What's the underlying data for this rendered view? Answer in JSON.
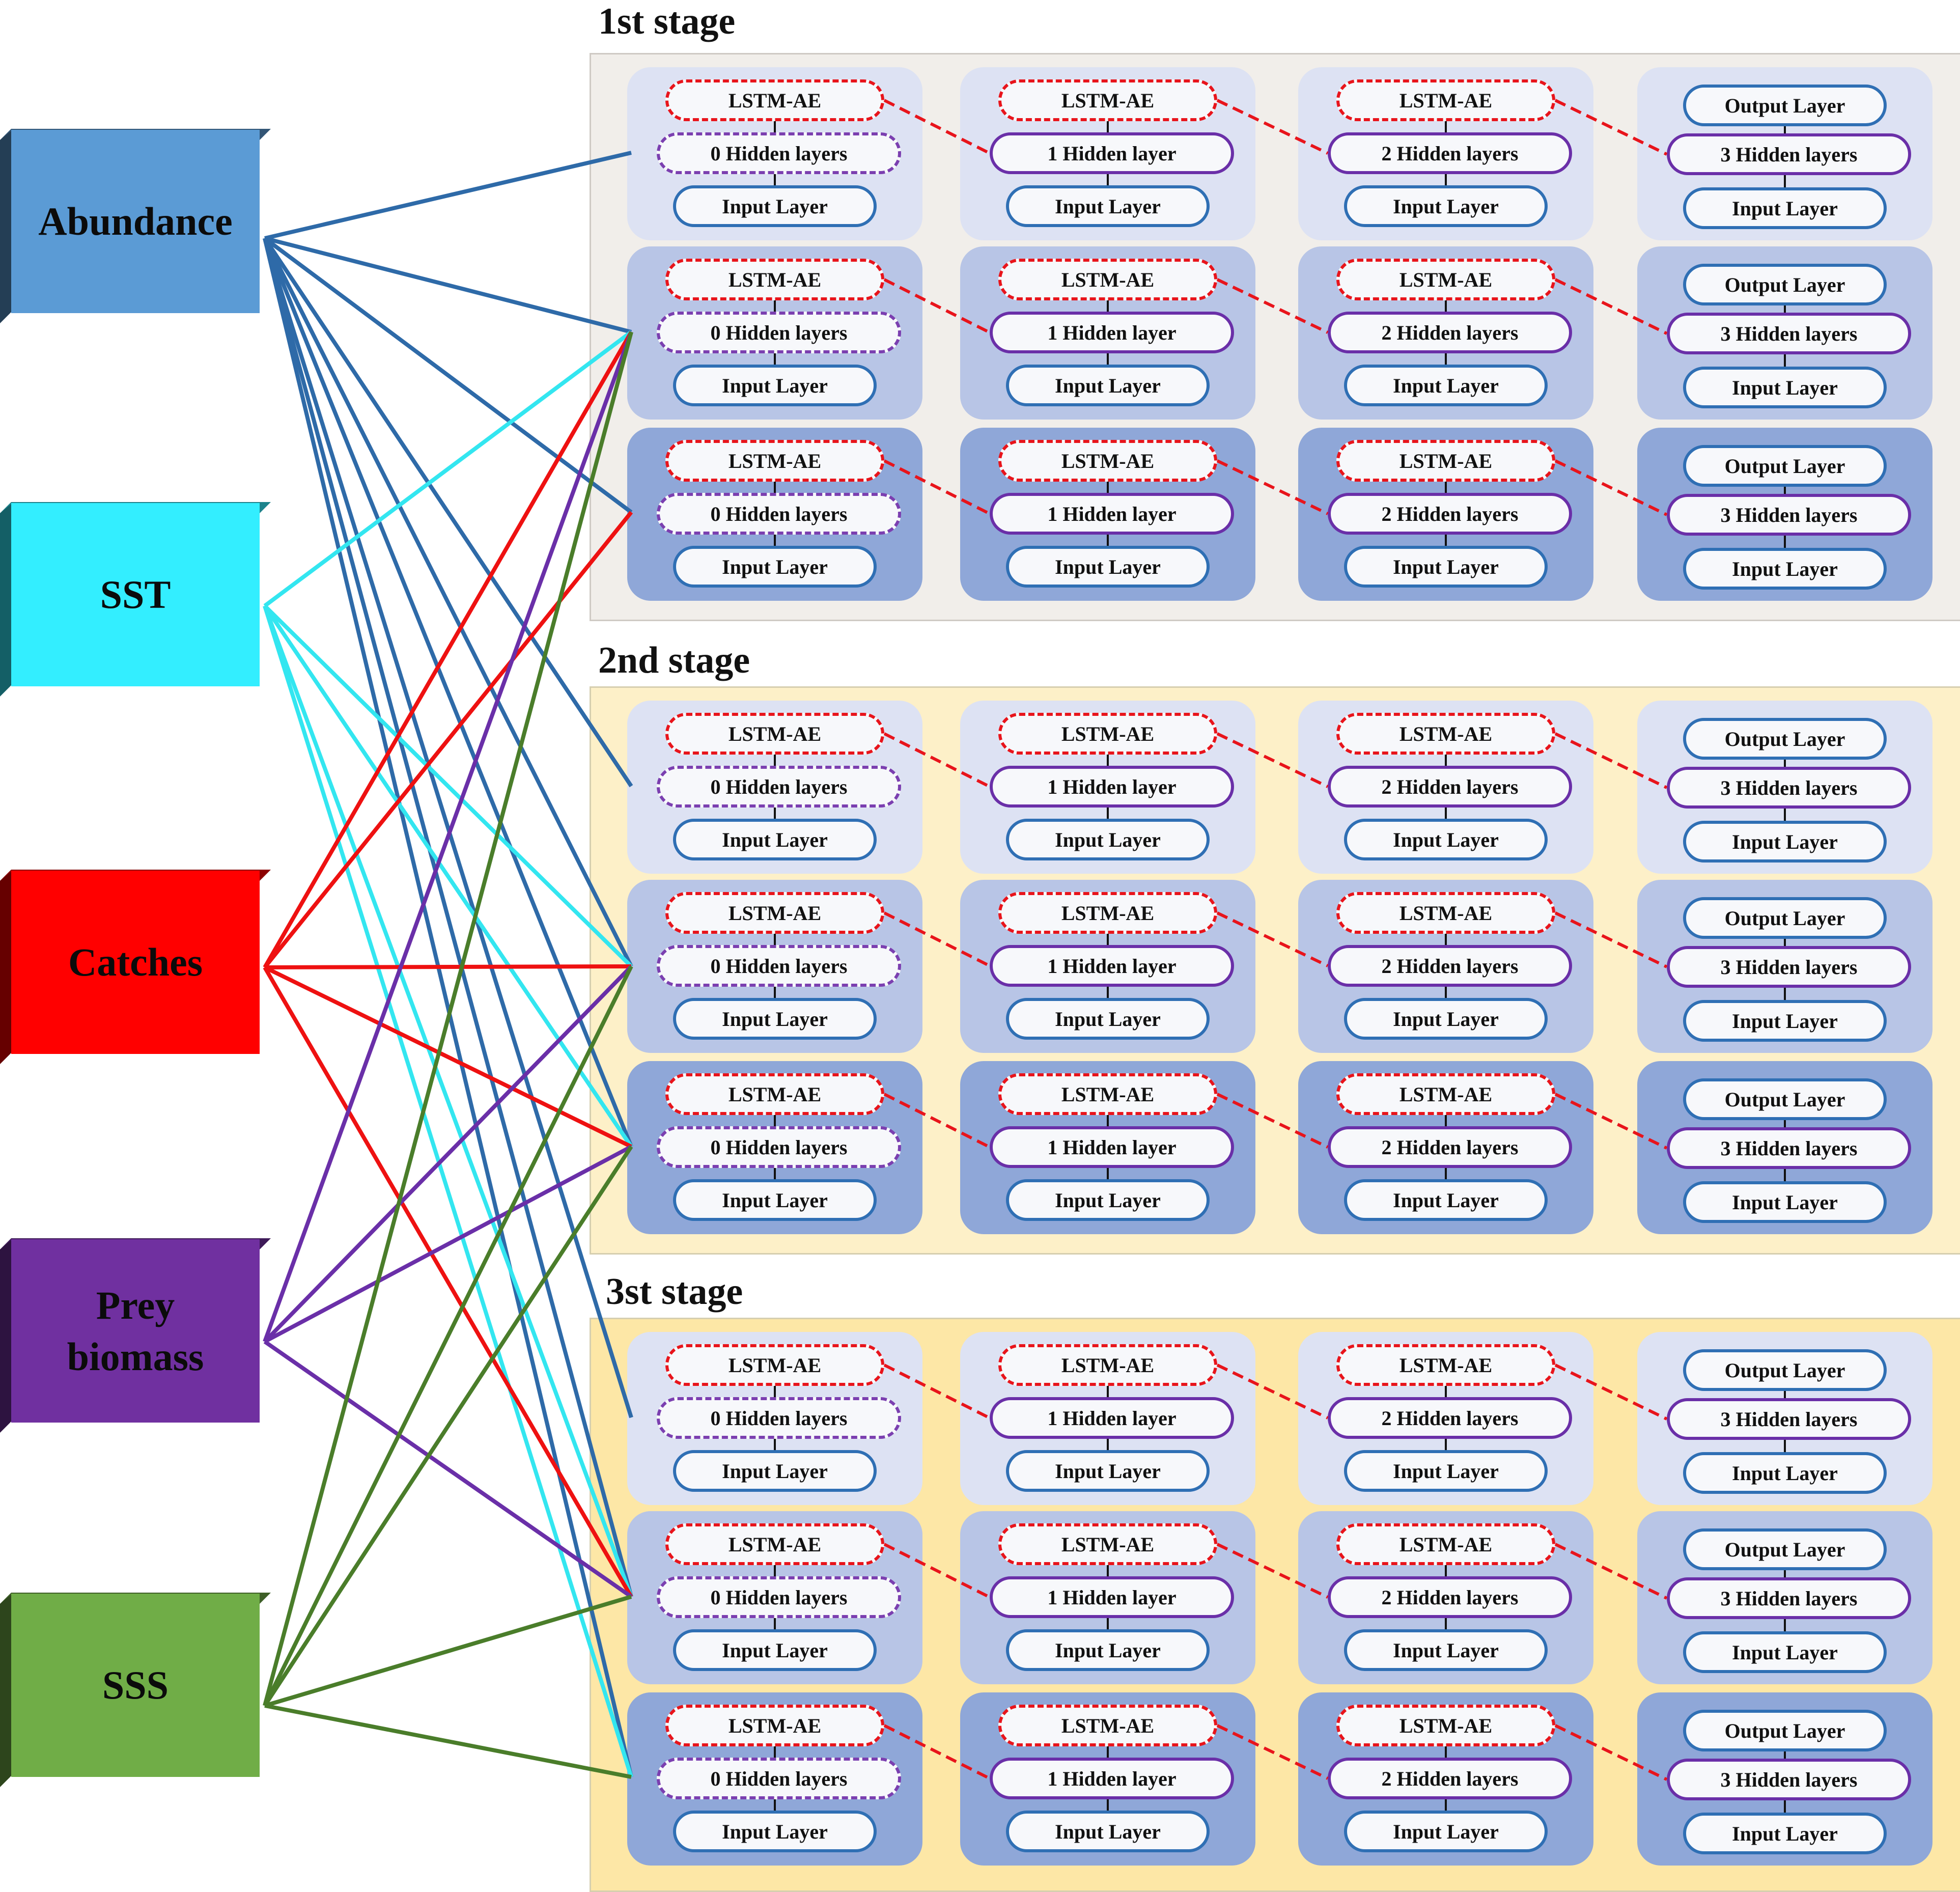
{
  "variables": [
    {
      "id": "abundance",
      "label": "Abundance",
      "fill": "#5b9bd5",
      "line": "#2e6aa8"
    },
    {
      "id": "sst",
      "label": "SST",
      "fill": "#33eeff",
      "line": "#33e6f0"
    },
    {
      "id": "catches",
      "label": "Catches",
      "fill": "#ff0000",
      "line": "#ee1111"
    },
    {
      "id": "prey",
      "label": "Prey\nbiomass",
      "fill": "#7030a0",
      "line": "#6a2fa8"
    },
    {
      "id": "sss",
      "label": "SSS",
      "fill": "#70ad47",
      "line": "#4a7d2a"
    }
  ],
  "stages": [
    {
      "title": "1st stage"
    },
    {
      "title": "2nd stage"
    },
    {
      "title": "3st stage"
    }
  ],
  "columns": [
    {
      "top": "LSTM-AE",
      "middle": "0 Hidden layers",
      "bottom": "Input Layer"
    },
    {
      "top": "LSTM-AE",
      "middle": "1 Hidden layer",
      "bottom": "Input Layer"
    },
    {
      "top": "LSTM-AE",
      "middle": "2 Hidden layers",
      "bottom": "Input Layer"
    },
    {
      "top": "Output Layer",
      "middle": "3 Hidden layers",
      "bottom": "Input Layer"
    }
  ],
  "colors": {
    "lstm_border": "#e8141b",
    "hidden_border": "#6a2fa8",
    "layer_border": "#2f6fb4",
    "row_light": "#dde2f3",
    "row_mid": "#b8c5e6",
    "row_dark": "#8fa7d8",
    "stage1_bg": "#f1eeea",
    "stage2_bg": "#fdf0c8",
    "stage3_bg": "#fde7a6"
  }
}
